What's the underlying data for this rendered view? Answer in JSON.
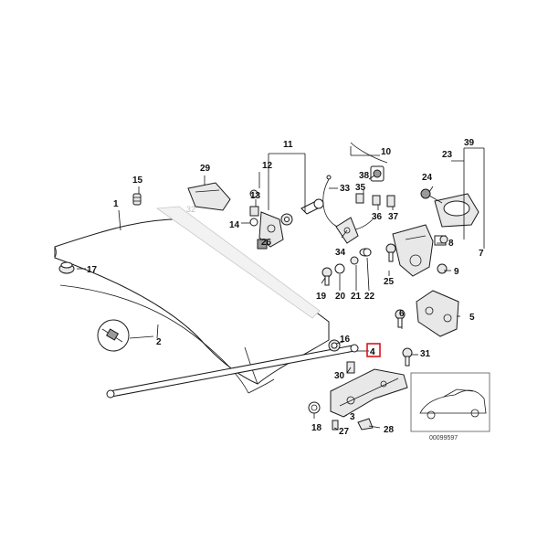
{
  "diagram": {
    "highlight_label": "4",
    "ghost_label": "32",
    "image_code": "00099597",
    "labels": [
      {
        "id": "1",
        "text": "1"
      },
      {
        "id": "2",
        "text": "2"
      },
      {
        "id": "3",
        "text": "3"
      },
      {
        "id": "4",
        "text": "4"
      },
      {
        "id": "5",
        "text": "5"
      },
      {
        "id": "6",
        "text": "6"
      },
      {
        "id": "7",
        "text": "7"
      },
      {
        "id": "8",
        "text": "8"
      },
      {
        "id": "9",
        "text": "9"
      },
      {
        "id": "10",
        "text": "10"
      },
      {
        "id": "11",
        "text": "11"
      },
      {
        "id": "12",
        "text": "12"
      },
      {
        "id": "13",
        "text": "13"
      },
      {
        "id": "14",
        "text": "14"
      },
      {
        "id": "15",
        "text": "15"
      },
      {
        "id": "16",
        "text": "16"
      },
      {
        "id": "17",
        "text": "17"
      },
      {
        "id": "18",
        "text": "18"
      },
      {
        "id": "19",
        "text": "19"
      },
      {
        "id": "20",
        "text": "20"
      },
      {
        "id": "21",
        "text": "21"
      },
      {
        "id": "22",
        "text": "22"
      },
      {
        "id": "23",
        "text": "23"
      },
      {
        "id": "24",
        "text": "24"
      },
      {
        "id": "25",
        "text": "25"
      },
      {
        "id": "26",
        "text": "26"
      },
      {
        "id": "27",
        "text": "27"
      },
      {
        "id": "28",
        "text": "28"
      },
      {
        "id": "29",
        "text": "29"
      },
      {
        "id": "30",
        "text": "30"
      },
      {
        "id": "31",
        "text": "31"
      },
      {
        "id": "33",
        "text": "33"
      },
      {
        "id": "34",
        "text": "34"
      },
      {
        "id": "35",
        "text": "35"
      },
      {
        "id": "36",
        "text": "36"
      },
      {
        "id": "37",
        "text": "37"
      },
      {
        "id": "38",
        "text": "38"
      },
      {
        "id": "39",
        "text": "39"
      }
    ]
  }
}
